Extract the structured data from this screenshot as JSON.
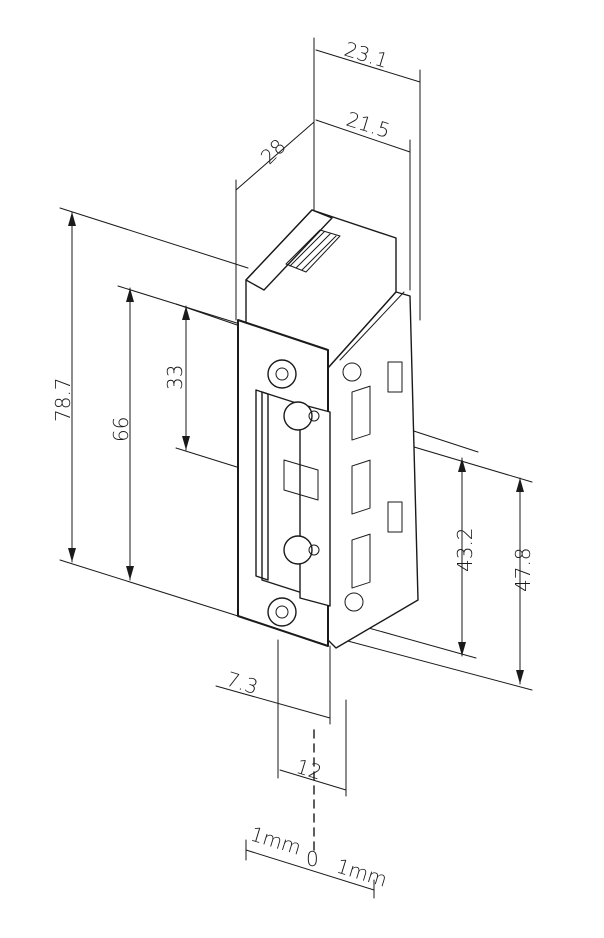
{
  "dimensions": {
    "width_total": "23.1",
    "width_body": "21.5",
    "depth": "28",
    "height_total": "78.7",
    "height_faceplate": "66",
    "height_upper": "33",
    "height_latch": "43.2",
    "height_latch_outer": "47.8",
    "offset": "7.3",
    "width_latch": "12"
  },
  "scale": {
    "left": "1mm",
    "center": "0",
    "right": "1mm"
  }
}
